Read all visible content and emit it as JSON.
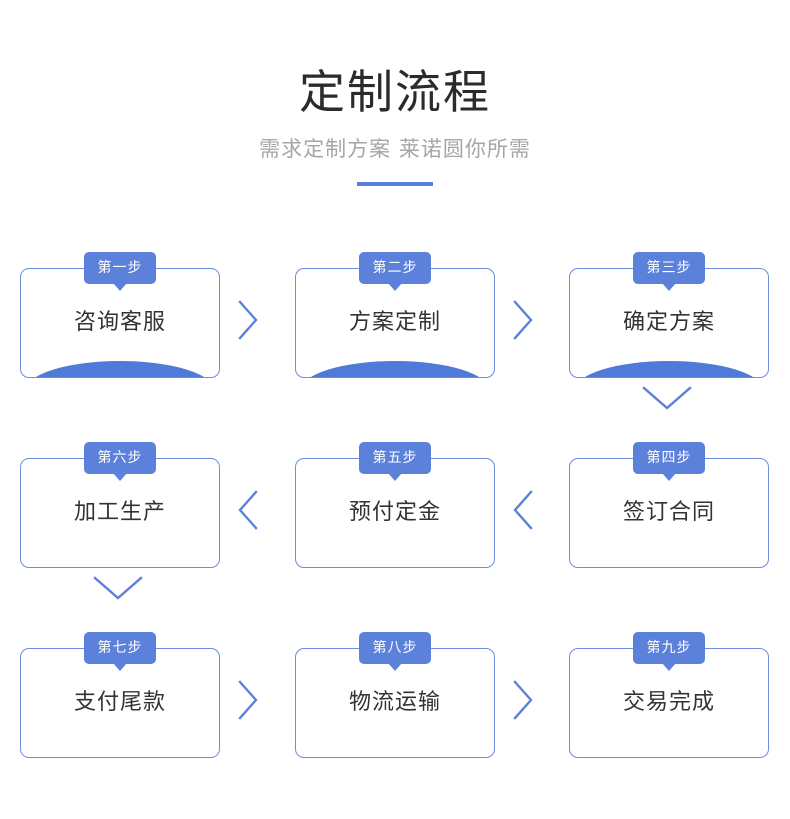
{
  "header": {
    "title": "定制流程",
    "subtitle": "需求定制方案 莱诺圆你所需"
  },
  "colors": {
    "accent_blue": "#5c81da",
    "arc_blue": "#4f7ad8",
    "card_border": "#6b8ddb",
    "rule_blue": "#5580e0",
    "title_text": "#2b2b2b",
    "subtitle_text": "#a6a6a6",
    "card_text": "#333333",
    "badge_text": "#ffffff"
  },
  "flow": {
    "rows": [
      {
        "direction": "right",
        "steps": [
          {
            "badge": "第一步",
            "label": "咨询客服",
            "has_arc": true
          },
          {
            "badge": "第二步",
            "label": "方案定制",
            "has_arc": true
          },
          {
            "badge": "第三步",
            "label": "确定方案",
            "has_arc": true
          }
        ],
        "connectors": [
          "chevron-right-icon",
          "chevron-right-icon"
        ],
        "row_exit": {
          "side": "right",
          "icon": "chevron-down-icon"
        }
      },
      {
        "direction": "left",
        "steps": [
          {
            "badge": "第六步",
            "label": "加工生产",
            "has_arc": false
          },
          {
            "badge": "第五步",
            "label": "预付定金",
            "has_arc": false
          },
          {
            "badge": "第四步",
            "label": "签订合同",
            "has_arc": false
          }
        ],
        "connectors": [
          "chevron-left-icon",
          "chevron-left-icon"
        ],
        "row_exit": {
          "side": "left",
          "icon": "chevron-down-icon"
        }
      },
      {
        "direction": "right",
        "steps": [
          {
            "badge": "第七步",
            "label": "支付尾款",
            "has_arc": false
          },
          {
            "badge": "第八步",
            "label": "物流运输",
            "has_arc": false
          },
          {
            "badge": "第九步",
            "label": "交易完成",
            "has_arc": false
          }
        ],
        "connectors": [
          "chevron-right-icon",
          "chevron-right-icon"
        ],
        "row_exit": null
      }
    ]
  }
}
